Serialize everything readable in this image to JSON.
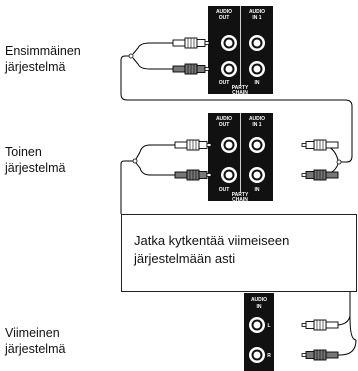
{
  "labels": {
    "first_system": [
      "Ensimmäinen",
      "järjestelmä"
    ],
    "second_system": [
      "Toinen",
      "järjestelmä"
    ],
    "last_system": [
      "Viimeinen",
      "järjestelmä"
    ]
  },
  "callout": [
    "Jatka kytkentää viimeiseen",
    "järjestelmään asti"
  ],
  "panel_top": {
    "col1_header": [
      "AUDIO",
      "OUT"
    ],
    "col2_header": [
      "AUDIO",
      "IN 1"
    ],
    "footer_left": "OUT",
    "footer_right": "IN",
    "footer_bottom": [
      "PARTY",
      "CHAIN"
    ]
  },
  "panel_middle": {
    "col1_header": [
      "AUDIO",
      "OUT"
    ],
    "col2_header": [
      "AUDIO",
      "IN 1"
    ],
    "footer_left": "OUT",
    "footer_right": "IN",
    "footer_bottom": [
      "PARTY",
      "CHAIN"
    ]
  },
  "panel_last": {
    "header": [
      "AUDIO",
      "IN"
    ],
    "jack_l": "L",
    "jack_r": "R"
  },
  "colors": {
    "panel": "#111111",
    "jack_white": "#ffffff",
    "jack_red": "#444444"
  }
}
